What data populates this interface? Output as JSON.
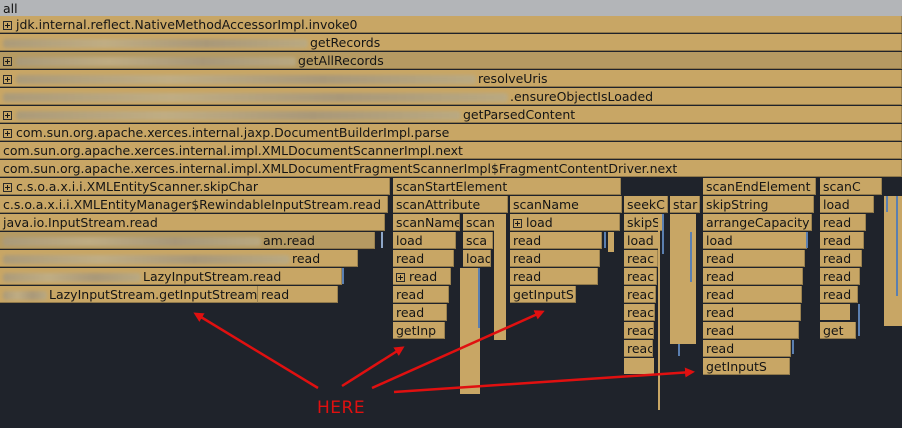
{
  "flame": {
    "root": "all",
    "rows": [
      "jdk.internal.reflect.NativeMethodAccessorImpl.invoke0",
      "getRecords",
      "getAllRecords",
      "resolveUris",
      ".ensureObjectIsLoaded",
      "getParsedContent",
      "com.sun.org.apache.xerces.internal.jaxp.DocumentBuilderImpl.parse",
      "com.sun.org.apache.xerces.internal.impl.XMLDocumentScannerImpl.next",
      "com.sun.org.apache.xerces.internal.impl.XMLDocumentFragmentScannerImpl$FragmentContentDriver.next"
    ],
    "left": [
      "c.s.o.a.x.i.i.XMLEntityScanner.skipChar",
      "c.s.o.a.x.i.i.XMLEntityManager$RewindableInputStream.read",
      "java.io.InputStream.read",
      "am.read",
      "read",
      "LazyInputStream.read",
      "LazyInputStream.getInputStream",
      "read"
    ],
    "col_scanstart": [
      "scanStartElement",
      "scanAttribute",
      "scanName",
      "load",
      "read",
      "read",
      "read",
      "read",
      "getInp"
    ],
    "col_scan": [
      "scan",
      "sca",
      "load"
    ],
    "col_scanname": [
      "scanName",
      "load",
      "read",
      "read",
      "read",
      "getInputS"
    ],
    "col_seek": [
      "seekC",
      "skipS",
      "load",
      "reac",
      "reac",
      "reac",
      "reac",
      "reac",
      "reac"
    ],
    "col_star": "star",
    "col_scanend": [
      "scanEndElement",
      "skipString",
      "arrangeCapacity",
      "load",
      "read",
      "read",
      "read",
      "read",
      "read",
      "read",
      "getInputS"
    ],
    "col_scanc": [
      "scanC",
      "load",
      "read",
      "read",
      "read",
      "read",
      "read",
      "get"
    ]
  },
  "annotation": {
    "label": "HERE",
    "color": "#e01010"
  }
}
